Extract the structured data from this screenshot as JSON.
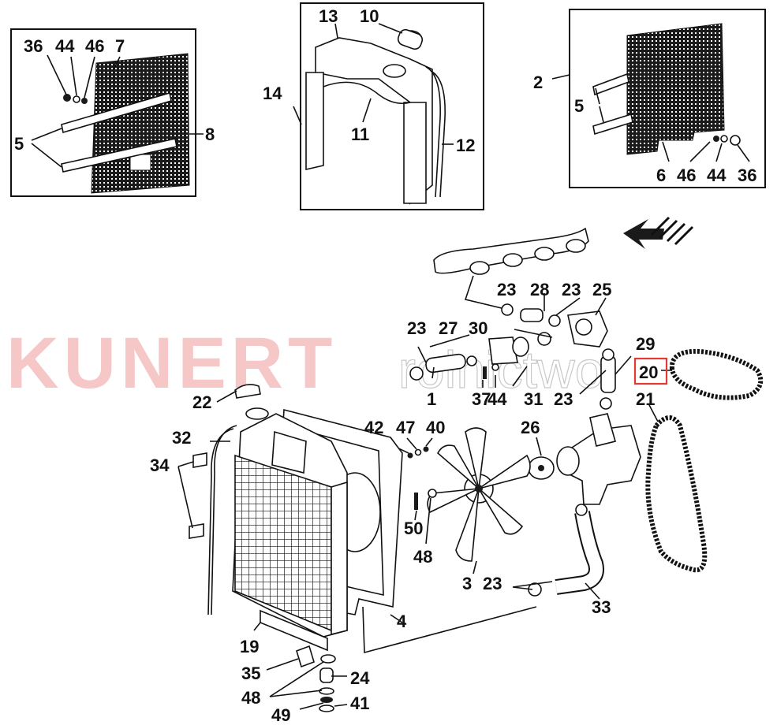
{
  "watermark": {
    "brand": "KUNERT",
    "suffix": "rolnictwo"
  },
  "colors": {
    "highlight": "#e53935",
    "watermark": "#ef9a9a",
    "ink": "#111111"
  },
  "callouts": {
    "c36a": "36",
    "c44a": "44",
    "c46a": "46",
    "c7": "7",
    "c5a": "5",
    "c8": "8",
    "c13": "13",
    "c10": "10",
    "c14": "14",
    "c11": "11",
    "c12": "12",
    "c2": "2",
    "c5b": "5",
    "c6": "6",
    "c46b": "46",
    "c44b": "44",
    "c36b": "36",
    "c23a": "23",
    "c28": "28",
    "c23b": "23",
    "c25": "25",
    "c23c": "23",
    "c27": "27",
    "c30": "30",
    "c29": "29",
    "c20": "20",
    "c1": "1",
    "c37": "37",
    "c44c": "44",
    "c31": "31",
    "c23d": "23",
    "c21": "21",
    "c22": "22",
    "c42": "42",
    "c47": "47",
    "c40": "40",
    "c26": "26",
    "c32": "32",
    "c34": "34",
    "c50": "50",
    "c48a": "48",
    "c3": "3",
    "c23e": "23",
    "c33": "33",
    "c4": "4",
    "c19": "19",
    "c35": "35",
    "c24": "24",
    "c48b": "48",
    "c49": "49",
    "c41": "41"
  }
}
